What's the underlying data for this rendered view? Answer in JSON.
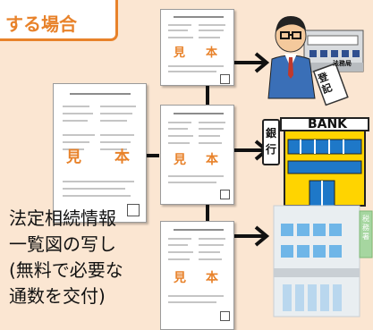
{
  "title": "する場合",
  "caption": {
    "line1": "法定相続情報",
    "line2": "一覧図の写し",
    "line3": "(無料で必要な",
    "line4": "通数を交付)"
  },
  "sample_stamp": {
    "left_char": "見",
    "right_char": "本"
  },
  "recipients": {
    "registry_sign": "法務局",
    "registry_stamp": "登記",
    "bank_sign": "BANK",
    "bank_vertical": "銀行",
    "office_sign": "税務署"
  },
  "colors": {
    "background": "#fbe6d2",
    "accent_orange": "#e8822a",
    "bank_yellow": "#ffd400"
  }
}
